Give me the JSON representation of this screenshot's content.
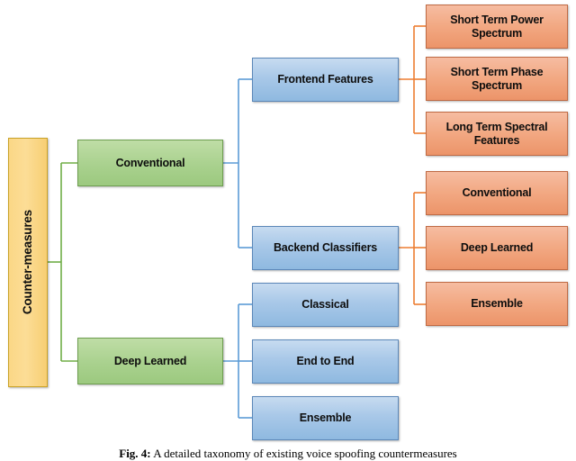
{
  "figure": {
    "caption_label": "Fig. 4:",
    "caption_text": "A detailed taxonomy of existing voice spoofing countermeasures",
    "title": "A detailed taxonomy of existing voice spoofing countermeasures"
  },
  "colors": {
    "root_fill": "#FBD786",
    "root_border": "#C9A227",
    "level1_fill": "#A9D18E",
    "level1_border": "#6E9E50",
    "level2_fill": "#A8C8E8",
    "level2_border": "#5B87B8",
    "level3_fill": "#F2A882",
    "level3_border": "#BF6A44",
    "connector_green": "#70AD47",
    "connector_blue": "#5B9BD5",
    "connector_orange": "#ED7D31",
    "background": "#FFFFFF"
  },
  "tree": {
    "root": {
      "label": "Counter-measures"
    },
    "level1": [
      {
        "label": "Conventional"
      },
      {
        "label": "Deep Learned"
      }
    ],
    "level2": [
      {
        "label": "Frontend Features",
        "parent": "Conventional"
      },
      {
        "label": "Backend Classifiers",
        "parent": "Conventional"
      },
      {
        "label": "Classical",
        "parent": "Deep Learned"
      },
      {
        "label": "End to End",
        "parent": "Deep Learned"
      },
      {
        "label": "Ensemble",
        "parent": "Deep Learned"
      }
    ],
    "level3": [
      {
        "label": "Short Term Power Spectrum",
        "parent": "Frontend Features"
      },
      {
        "label": "Short Term Phase Spectrum",
        "parent": "Frontend Features"
      },
      {
        "label": "Long Term Spectral Features",
        "parent": "Frontend Features"
      },
      {
        "label": "Conventional",
        "parent": "Backend Classifiers"
      },
      {
        "label": "Deep Learned",
        "parent": "Backend Classifiers"
      },
      {
        "label": "Ensemble",
        "parent": "Backend Classifiers"
      }
    ]
  }
}
